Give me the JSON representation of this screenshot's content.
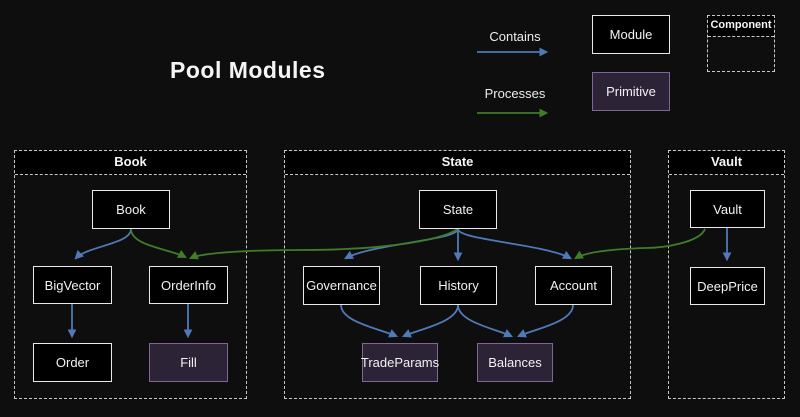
{
  "title": "Pool Modules",
  "legend": {
    "contains_label": "Contains",
    "processes_label": "Processes",
    "module_label": "Module",
    "primitive_label": "Primitive",
    "component_label": "Component",
    "contains_color": "#4f79b8",
    "processes_color": "#3f7d28"
  },
  "colors": {
    "background": "#0e0e0e",
    "module_fill": "#000000",
    "module_border": "#e9e9e9",
    "primitive_fill": "#2d2337",
    "primitive_border": "#7f6697",
    "container_border": "#c9c9c9"
  },
  "containers": {
    "book": {
      "label": "Book",
      "nodes": {
        "book": "Book",
        "bigvector": "BigVector",
        "orderinfo": "OrderInfo",
        "order": "Order",
        "fill": "Fill"
      }
    },
    "state": {
      "label": "State",
      "nodes": {
        "state": "State",
        "governance": "Governance",
        "history": "History",
        "account": "Account",
        "tradeparams": "TradeParams",
        "balances": "Balances"
      }
    },
    "vault": {
      "label": "Vault",
      "nodes": {
        "vault": "Vault",
        "deepprice": "DeepPrice"
      }
    }
  },
  "edges": {
    "contains": [
      {
        "from": "Book",
        "to": "BigVector"
      },
      {
        "from": "BigVector",
        "to": "Order"
      },
      {
        "from": "OrderInfo",
        "to": "Fill"
      },
      {
        "from": "State",
        "to": "Governance"
      },
      {
        "from": "State",
        "to": "History"
      },
      {
        "from": "State",
        "to": "Account"
      },
      {
        "from": "Governance",
        "to": "TradeParams"
      },
      {
        "from": "History",
        "to": "TradeParams"
      },
      {
        "from": "History",
        "to": "Balances"
      },
      {
        "from": "Account",
        "to": "Balances"
      },
      {
        "from": "Vault",
        "to": "DeepPrice"
      }
    ],
    "processes": [
      {
        "from": "Book",
        "to": "OrderInfo"
      },
      {
        "from": "State",
        "to": "OrderInfo"
      },
      {
        "from": "Vault",
        "to": "Account"
      }
    ]
  }
}
